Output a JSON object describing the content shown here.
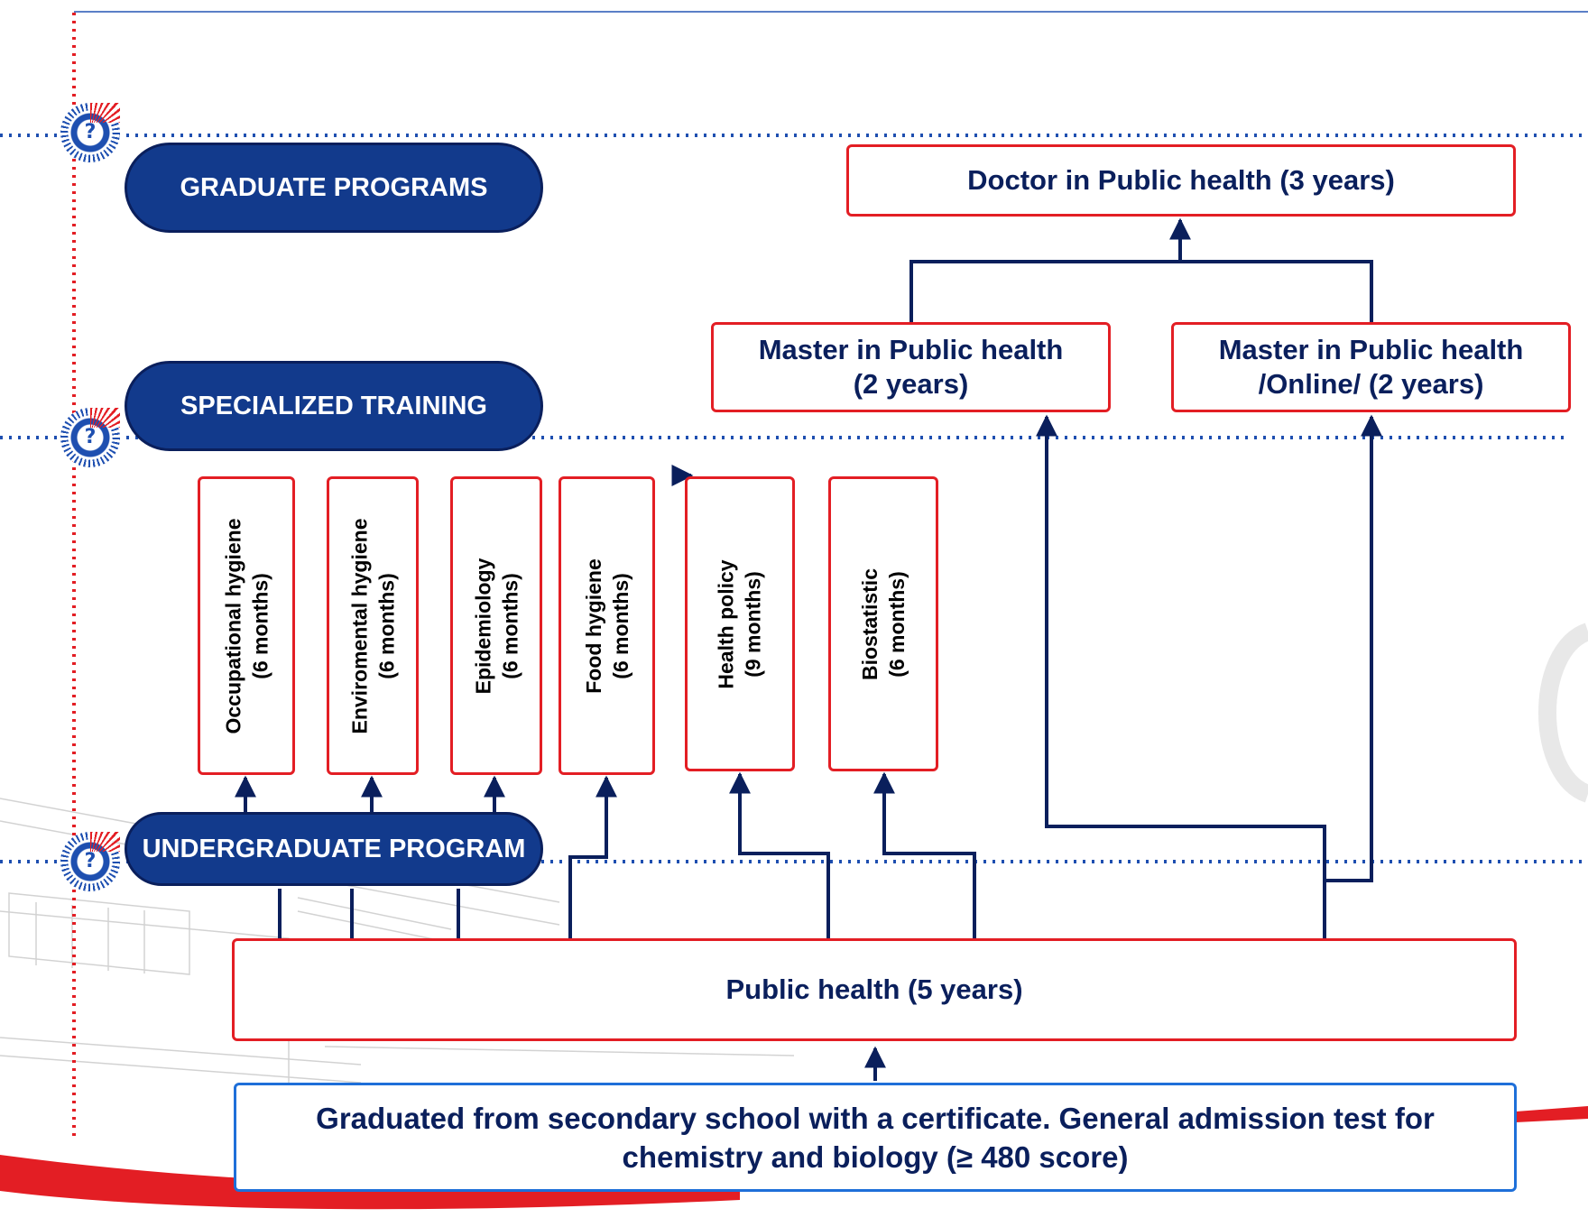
{
  "tiers": {
    "graduate": "GRADUATE PROGRAMS",
    "specialized": "SPECIALIZED TRAINING",
    "undergraduate": "UNDERGRADUATE PROGRAM"
  },
  "graduate": {
    "doctor": "Doctor in Public health (3 years)",
    "master": "Master in Public health\n(2 years)",
    "master_online": "Master in Public health\n/Online/ (2 years)"
  },
  "specializations": [
    "Occupational hygiene\n(6 months)",
    "Enviromental hygiene\n(6 months)",
    "Epidemiology\n(6 months)",
    "Food hygiene\n(6 months)",
    "Health policy\n(9 months)",
    "Biostatistic\n(6 months)"
  ],
  "undergraduate": {
    "program": "Public health (5 years)"
  },
  "admission": {
    "requirement": "Graduated from secondary school with a certificate. General admission test for\nchemistry and biology (≥ 480 score)"
  },
  "colors": {
    "navy": "#0a1f5c",
    "pill_blue": "#123a8c",
    "box_red": "#e31e24",
    "entry_blue": "#1e6fd9",
    "dotted_blue": "#1e4fb0"
  }
}
